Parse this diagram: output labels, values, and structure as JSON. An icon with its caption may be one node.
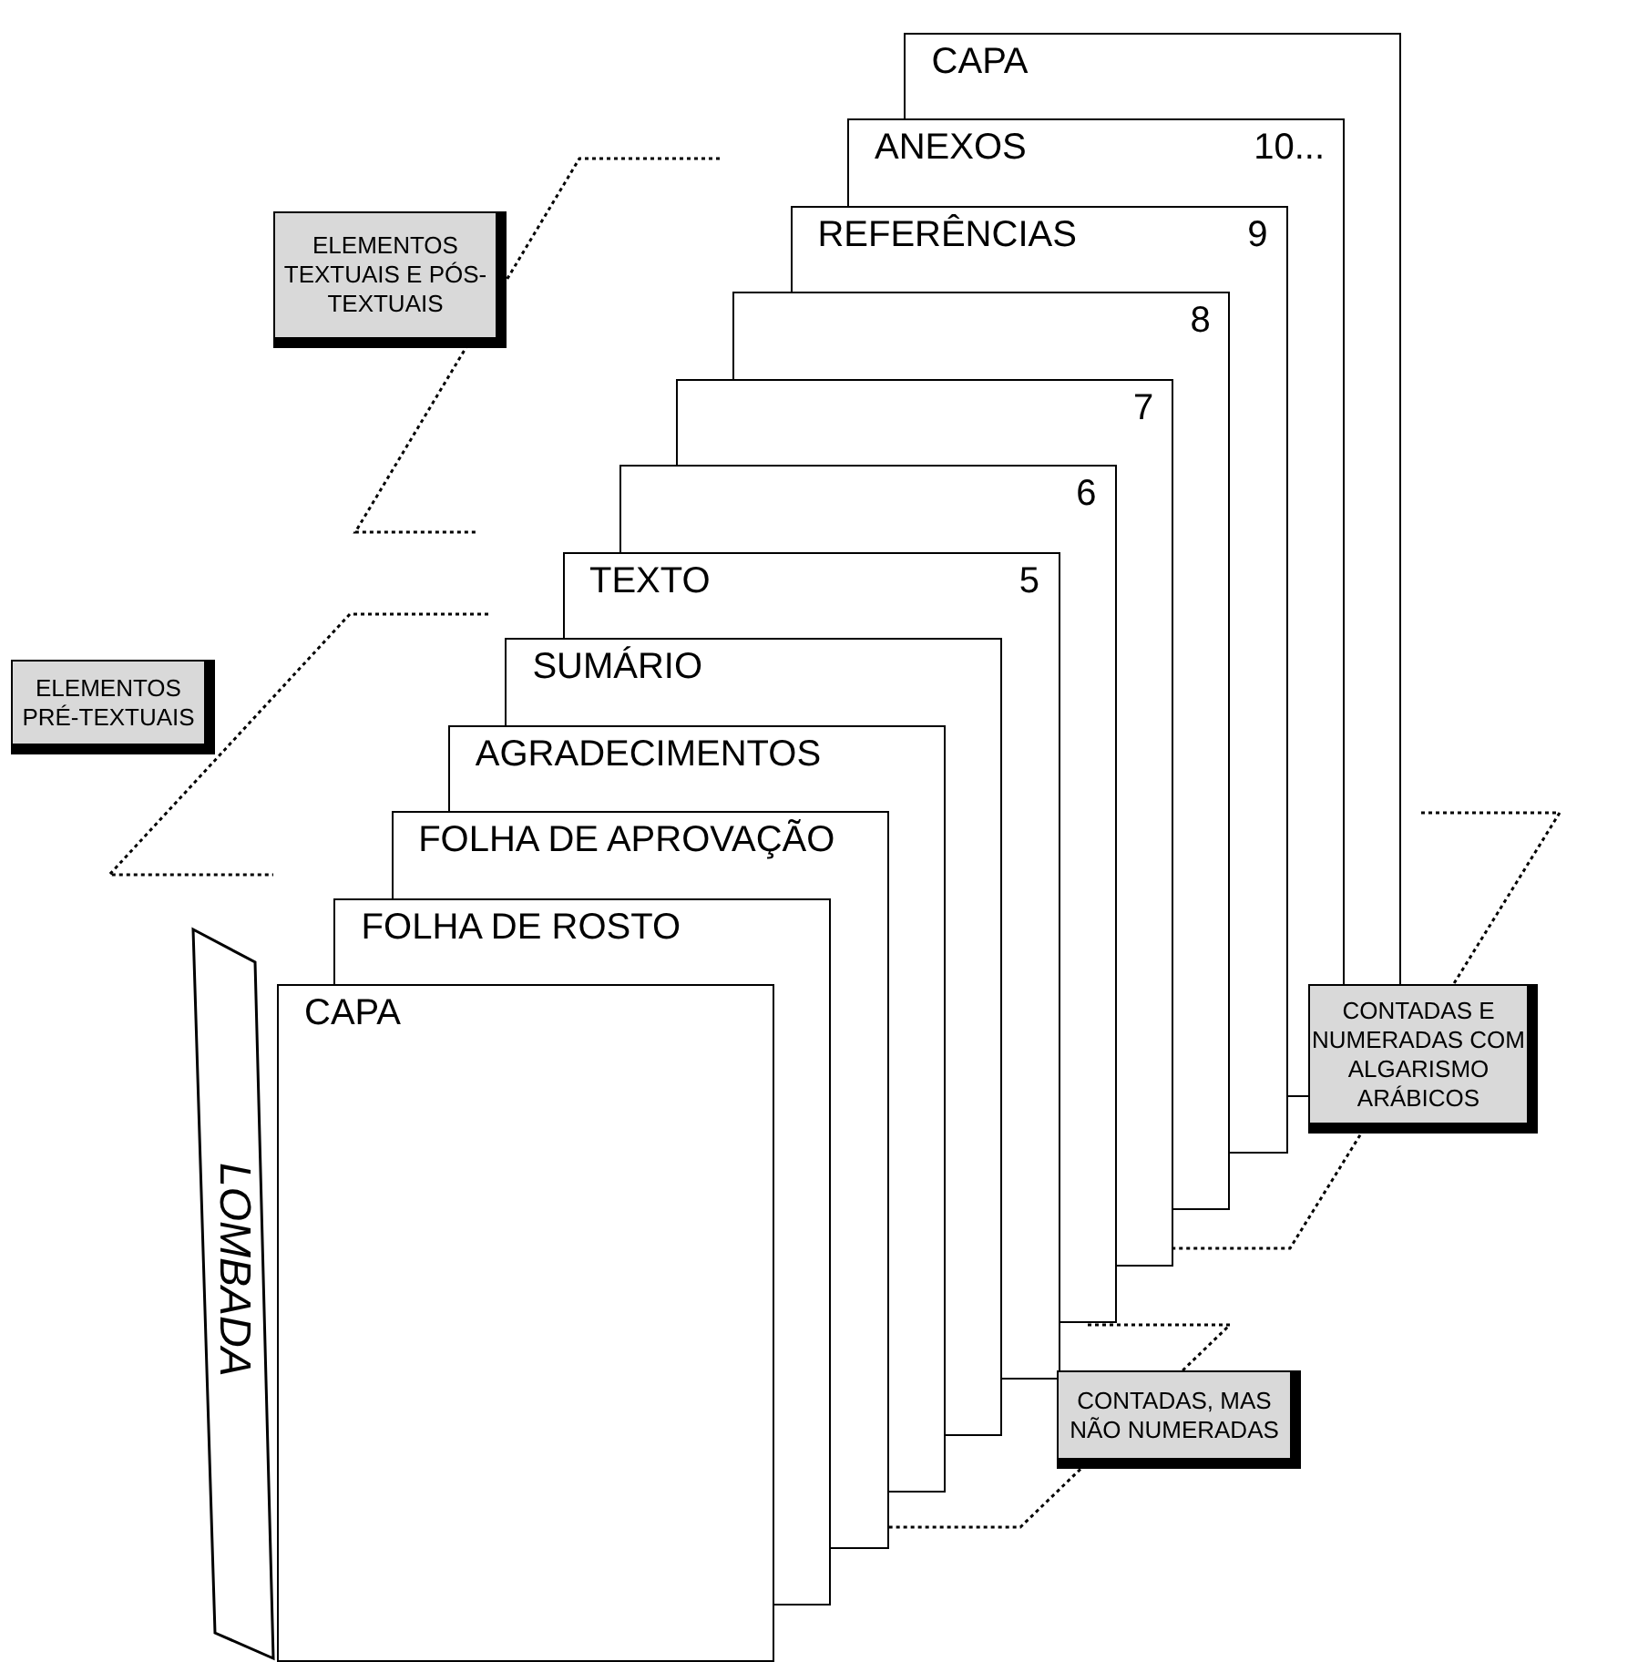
{
  "diagram": {
    "nodes": [
      {
        "text": [
          "CAPA"
        ]
      },
      {
        "text": [
          "ANEXOS",
          "10..."
        ]
      },
      {
        "text": [
          "REFERÊNCIAS",
          "9"
        ]
      },
      {
        "text": [
          "8"
        ]
      },
      {
        "text": [
          "7"
        ]
      },
      {
        "text": [
          "6"
        ]
      },
      {
        "text": [
          "TEXTO",
          "5"
        ]
      },
      {
        "text": [
          "SUMÁRIO"
        ]
      },
      {
        "text": [
          "AGRADECIMENTOS"
        ]
      },
      {
        "text": [
          "FOLHA DE APROVAÇÃO"
        ]
      },
      {
        "text": [
          "FOLHA DE ROSTO"
        ]
      },
      {
        "text": [
          "CAPA"
        ]
      },
      {
        "text": [
          "LOMBADA"
        ]
      },
      {
        "text": [
          "ELEMENTOS TEXTUAIS E PÓS-TEXTUAIS"
        ]
      },
      {
        "text": [
          "ELEMENTOS PRÉ-TEXTUAIS"
        ]
      },
      {
        "text": [
          "CONTADAS E NUMERADAS COM ALGARISMO ARÁBICOS"
        ]
      },
      {
        "text": [
          "CONTADAS, MAS NÃO NUMERADAS"
        ]
      }
    ],
    "edges": []
  }
}
